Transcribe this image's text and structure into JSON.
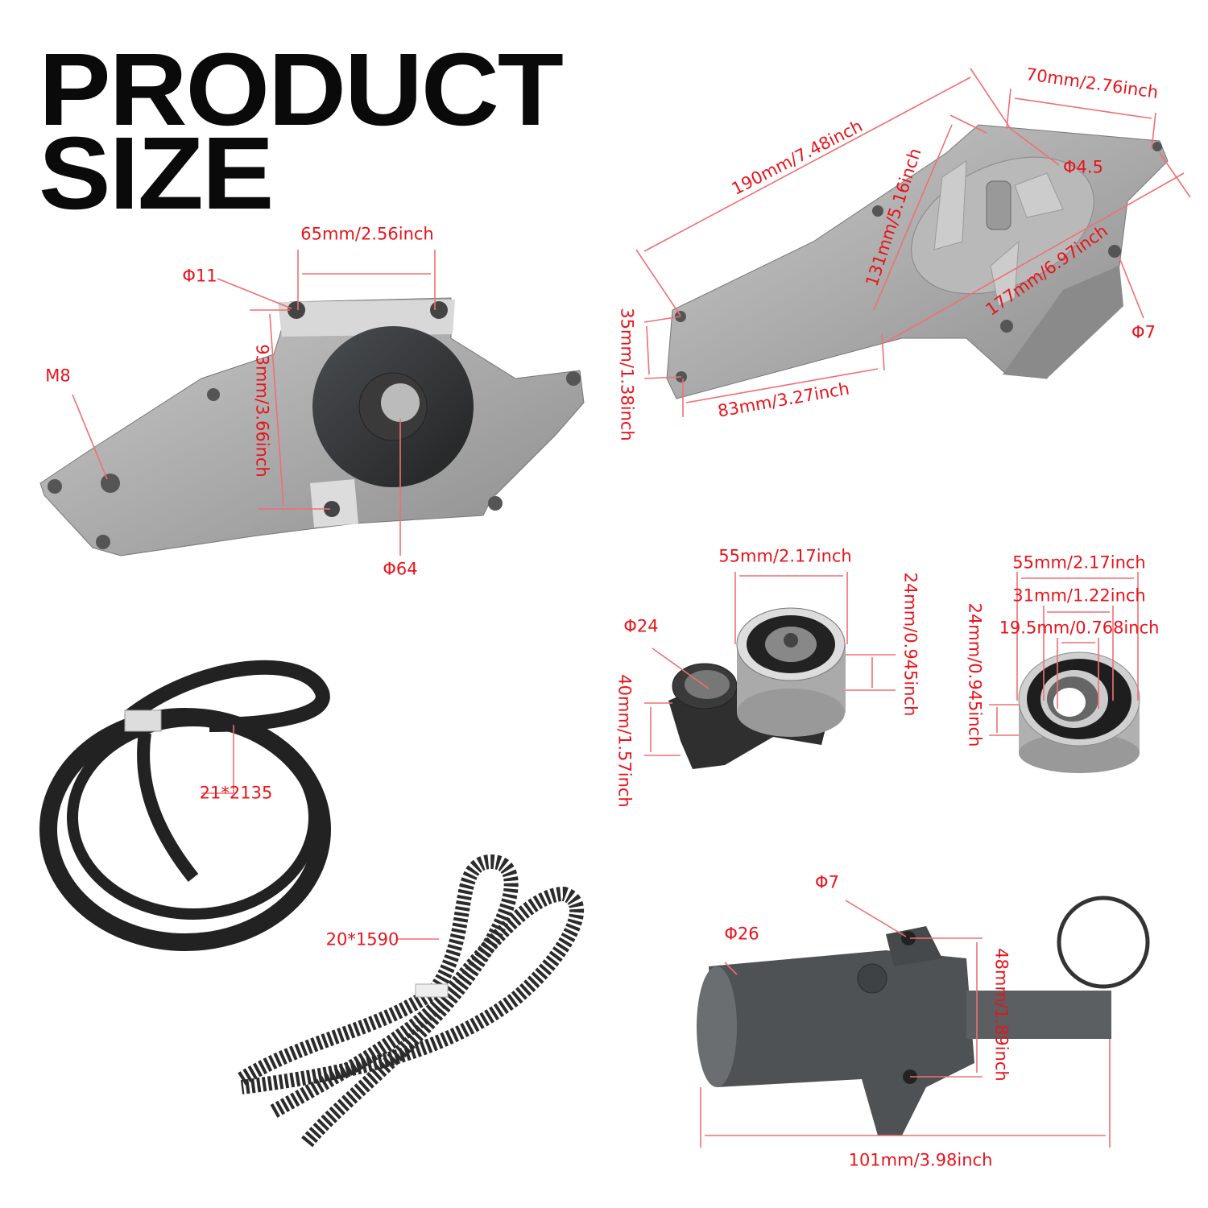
{
  "title": {
    "line1": "PRODUCT",
    "line2": "SIZE"
  },
  "colors": {
    "label": "#e8141b",
    "dimension_line": "#f06f73",
    "metal": "#9c9c9c",
    "rubber": "#2a2a2a"
  },
  "water_pump_front": {
    "width_between_holes": "65mm/2.56inch",
    "hole_diameter": "Φ11",
    "thread": "M8",
    "height": "93mm/3.66inch",
    "pulley_diameter": "Φ64"
  },
  "water_pump_back": {
    "length": "190mm/7.48inch",
    "top_width": "70mm/2.76inch",
    "small_hole": "Φ4.5",
    "diagonal_a": "131mm/5.16inch",
    "diagonal_b": "177mm/6.97inch",
    "hole": "Φ7",
    "end_height": "35mm/1.38inch",
    "end_width": "83mm/3.27inch"
  },
  "tensioner_pulley": {
    "width": "55mm/2.17inch",
    "thickness": "24mm/0.945inch",
    "bore": "Φ24",
    "arm_height": "40mm/1.57inch"
  },
  "idler_pulley": {
    "outer": "55mm/2.17inch",
    "middle": "31mm/1.22inch",
    "inner": "19.5mm/0.768inch",
    "thickness": "24mm/0.945inch"
  },
  "serpentine_belt": {
    "size": "21*2135"
  },
  "timing_belt": {
    "size": "20*1590"
  },
  "hydraulic_tensioner": {
    "hole": "Φ7",
    "body": "Φ26",
    "height": "48mm/1.89inch",
    "length": "101mm/3.98inch"
  }
}
